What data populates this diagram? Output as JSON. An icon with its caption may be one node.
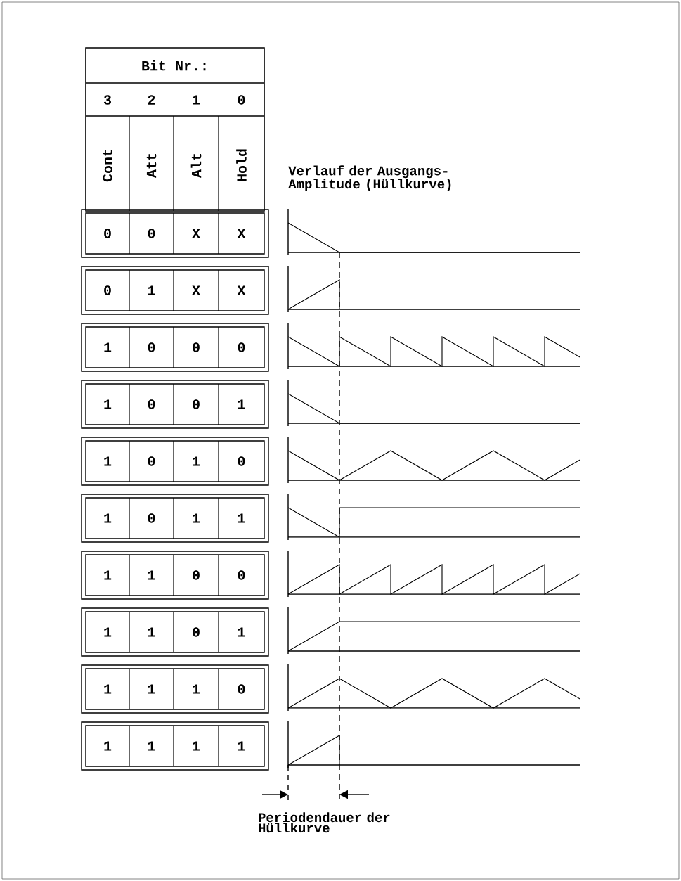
{
  "diagram": {
    "labels": [
      "Bit Nr.:",
      "3",
      "2",
      "1",
      "0",
      "Cont",
      "Att",
      "Alt",
      "Hold",
      "0",
      "0",
      "X",
      "X",
      "0",
      "1",
      "X",
      "X",
      "1",
      "0",
      "0",
      "0",
      "1",
      "0",
      "0",
      "1",
      "1",
      "0",
      "1",
      "0",
      "1",
      "0",
      "1",
      "1",
      "1",
      "1",
      "0",
      "0",
      "1",
      "1",
      "0",
      "1",
      "1",
      "1",
      "1",
      "0",
      "1",
      "1",
      "1",
      "1",
      "Verlauf der Ausgangs- Amplitude (Hüllkurve)",
      "Periodendauer der Hüllkurve"
    ]
  }
}
